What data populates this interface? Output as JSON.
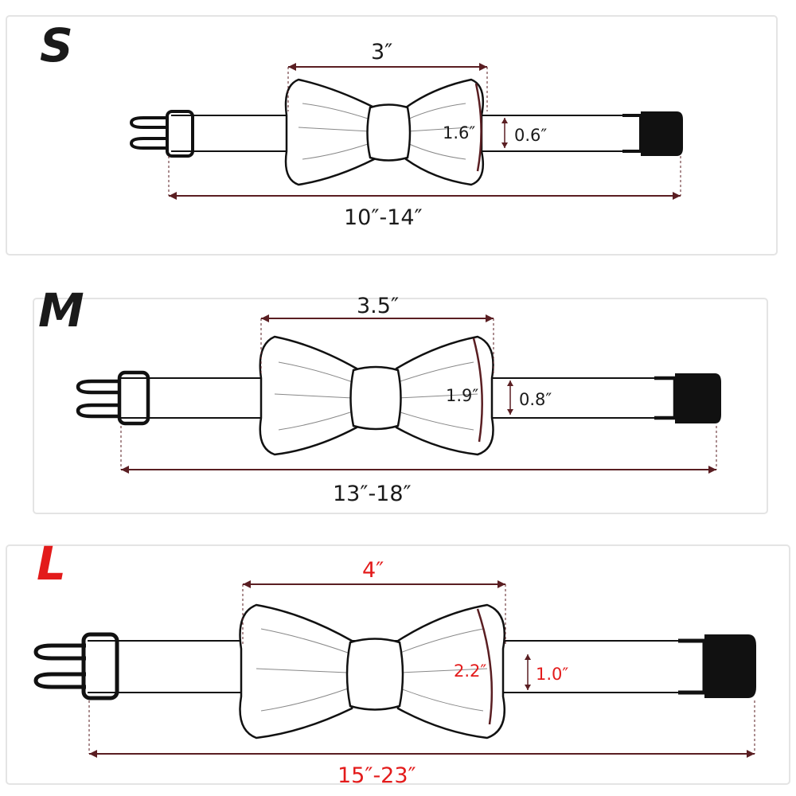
{
  "sizes": [
    {
      "label": "S",
      "bow_width": "3″",
      "bow_height": "1.6″",
      "strap_width": "0.6″",
      "neck_range": "10″-14″"
    },
    {
      "label": "M",
      "bow_width": "3.5″",
      "bow_height": "1.9″",
      "strap_width": "0.8″",
      "neck_range": "13″-18″"
    },
    {
      "label": "L",
      "bow_width": "4″",
      "bow_height": "2.2″",
      "strap_width": "1.0″",
      "neck_range": "15″-23″"
    }
  ],
  "colors": {
    "default_text": "#1a1a1a",
    "dimension_line": "#5a1e22",
    "highlight": "#e31b1b",
    "outline": "#111111"
  },
  "icons": [
    "buckle-clip-icon",
    "slide-loop-icon",
    "bow-tie-icon",
    "buckle-socket-icon"
  ]
}
